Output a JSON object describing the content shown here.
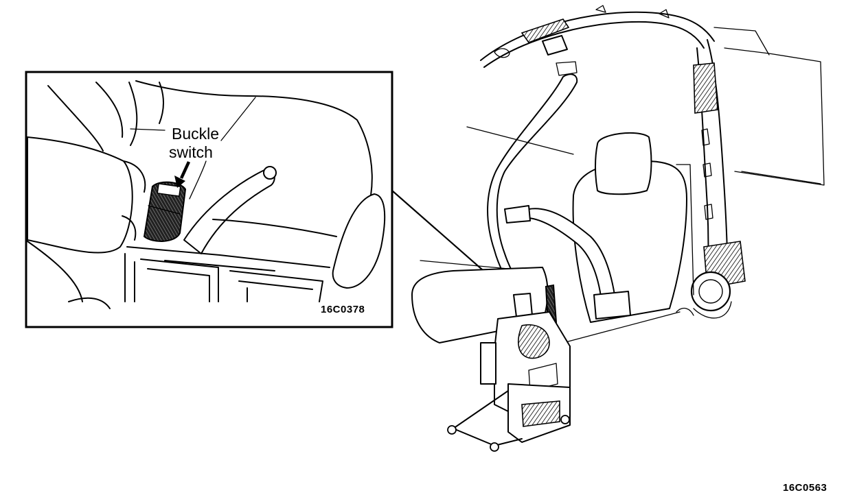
{
  "inset": {
    "label_line1": "Buckle",
    "label_line2": "switch",
    "figure_code": "16C0378"
  },
  "main": {
    "figure_code": "16C0563"
  },
  "icons": [
    "arrow-down-icon"
  ],
  "colors": {
    "ink": "#000000",
    "paper": "#ffffff"
  }
}
